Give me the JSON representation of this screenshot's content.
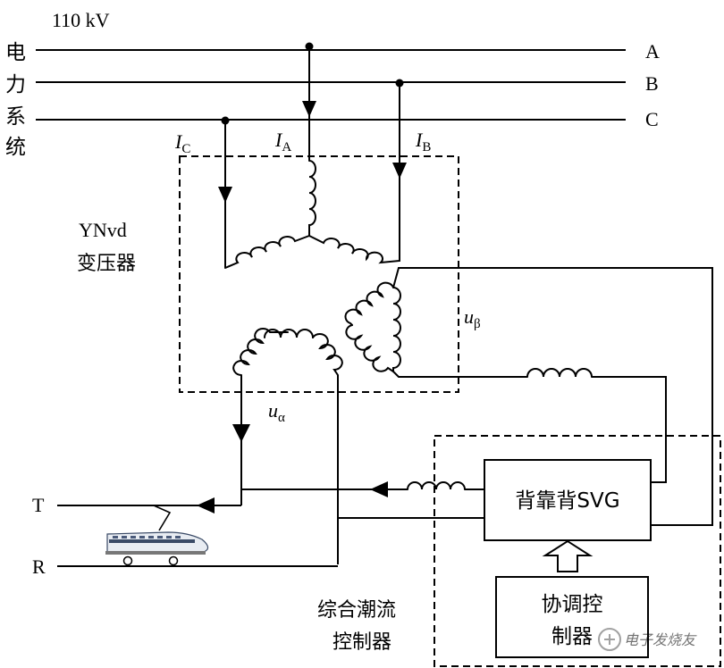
{
  "voltage_label": "110 kV",
  "grid_label": [
    "电",
    "力",
    "系",
    "统"
  ],
  "phases": [
    "A",
    "B",
    "C"
  ],
  "currents": {
    "c": {
      "main": "I",
      "sub": "C"
    },
    "a": {
      "main": "I",
      "sub": "A"
    },
    "b": {
      "main": "I",
      "sub": "B"
    }
  },
  "transformer": {
    "line1": "YNvd",
    "line2": "变压器"
  },
  "voltages": {
    "beta": {
      "main": "u",
      "sub": "β"
    },
    "alpha": {
      "main": "u",
      "sub": "α"
    }
  },
  "rails": {
    "t": "T",
    "r": "R"
  },
  "svg_box": "背靠背SVG",
  "coordinator": {
    "line1": "协调控",
    "line2": "制器"
  },
  "controller": {
    "line1": "综合潮流",
    "line2": "控制器"
  },
  "watermark": "电子发烧友"
}
